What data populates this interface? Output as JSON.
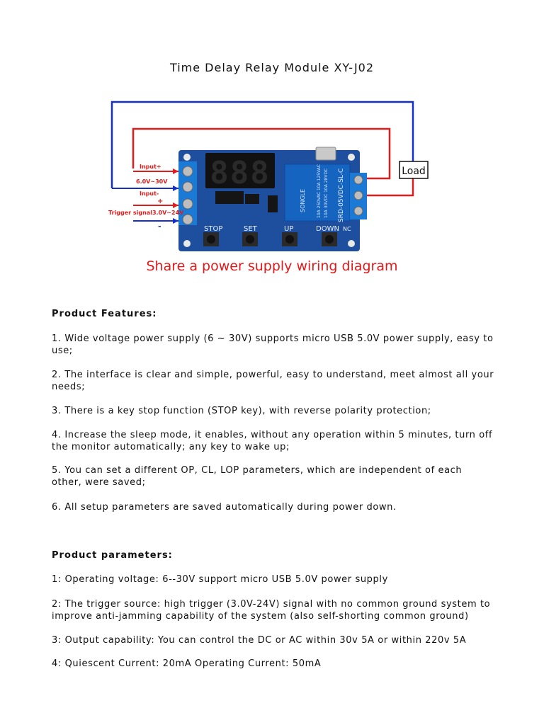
{
  "title": "Time Delay Relay Module XY-J02",
  "diagram": {
    "labels": {
      "input_plus": "Input+",
      "voltage": "6.0V~30V",
      "input_minus": "Input-",
      "plus_sign": "+",
      "trigger": "Trigger signal3.0V~24V",
      "minus_sign": "-",
      "load": "Load",
      "display": "888",
      "btn_stop": "STOP",
      "btn_set": "SET",
      "btn_up": "UP",
      "btn_down": "DOWN",
      "nc": "NC",
      "relay_brand": "SONGLE",
      "relay_model": "SRD-05VDC-SL-C",
      "relay_rating_1": "10A 250VAC 10A 125VAC",
      "relay_rating_2": "10A 30VDC 10A 28VDC"
    },
    "colors": {
      "wire_positive": "#e21b1b",
      "wire_negative": "#1530c8",
      "pcb": "#1d4f9e",
      "relay": "#1565c0",
      "terminal": "#1b7ad6",
      "display": "#111111"
    }
  },
  "caption": "Share a power supply wiring diagram",
  "features": {
    "heading": "Product Features:",
    "items": [
      "1. Wide voltage power supply (6 ~ 30V) supports micro USB 5.0V power supply, easy to use;",
      "2. The interface is clear and simple, powerful, easy to understand, meet almost all your needs;",
      "3. There is a key stop function (STOP key), with reverse polarity protection;",
      "4. Increase the sleep mode, it enables, without any operation within 5 minutes, turn off the monitor automatically; any key to wake up;",
      "5. You can set a different OP, CL, LOP parameters, which are independent of each other, were saved;",
      "6. All setup parameters are saved automatically during power down."
    ]
  },
  "parameters": {
    "heading": "Product parameters:",
    "items": [
      "1: Operating voltage: 6--30V support micro USB 5.0V power supply",
      "2: The trigger source: high trigger (3.0V-24V) signal with no common ground system to improve anti-jamming capability of the system (also self-shorting common ground)",
      "3: Output capability: You can control the DC or AC within 30v 5A or within 220v 5A",
      "4: Quiescent Current: 20mA Operating Current: 50mA"
    ]
  }
}
